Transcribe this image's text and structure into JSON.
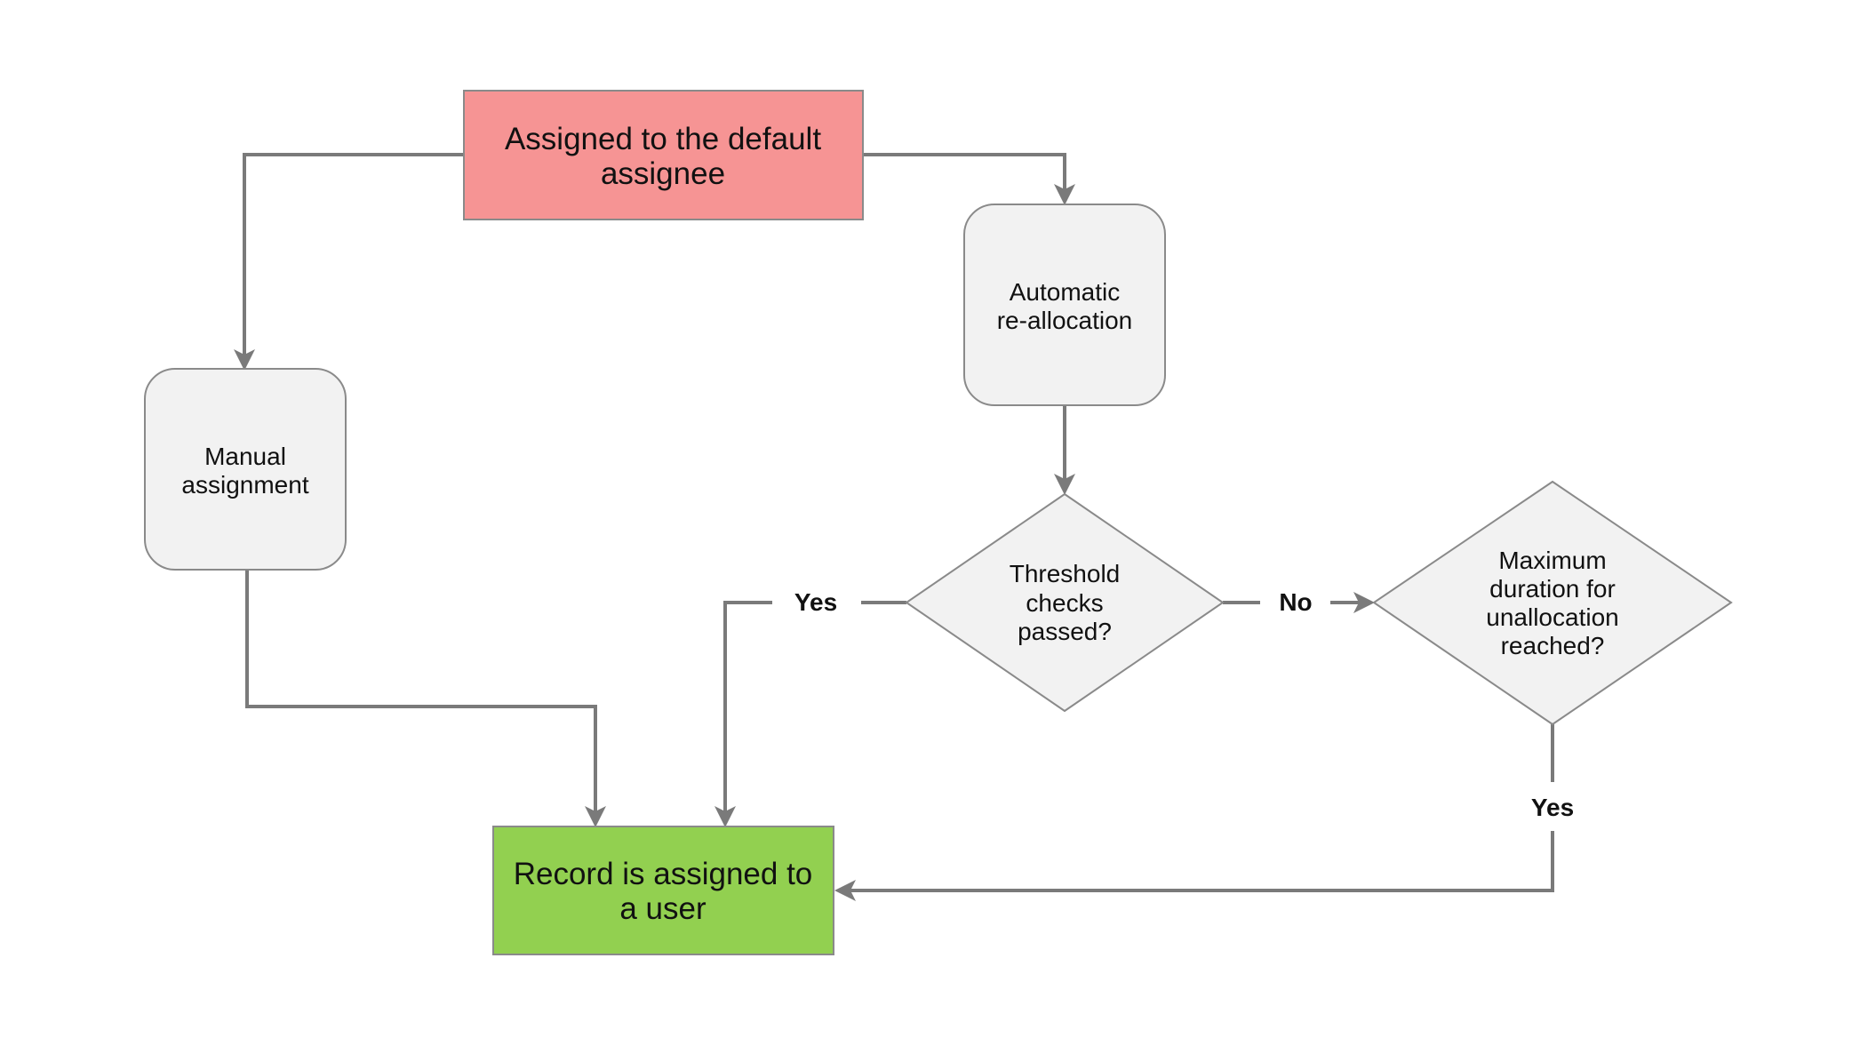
{
  "nodes": {
    "default_assignee": {
      "line1": "Assigned to the default",
      "line2": "assignee",
      "fill": "#f69494"
    },
    "manual_assignment": {
      "line1": "Manual",
      "line2": "assignment",
      "fill": "#f2f2f2"
    },
    "automatic_reallocation": {
      "line1": "Automatic",
      "line2": "re-allocation",
      "fill": "#f2f2f2"
    },
    "threshold_check": {
      "line1": "Threshold",
      "line2": "checks",
      "line3": "passed?",
      "fill": "#f2f2f2"
    },
    "max_duration": {
      "line1": "Maximum",
      "line2": "duration for",
      "line3": "unallocation",
      "line4": "reached?",
      "fill": "#f2f2f2"
    },
    "record_assigned": {
      "line1": "Record is assigned to",
      "line2": "a user",
      "fill": "#92d050"
    }
  },
  "edges": {
    "threshold_yes": "Yes",
    "threshold_no": "No",
    "max_duration_yes": "Yes"
  },
  "colors": {
    "line": "#7a7a7a",
    "border": "#8a8a8a"
  }
}
